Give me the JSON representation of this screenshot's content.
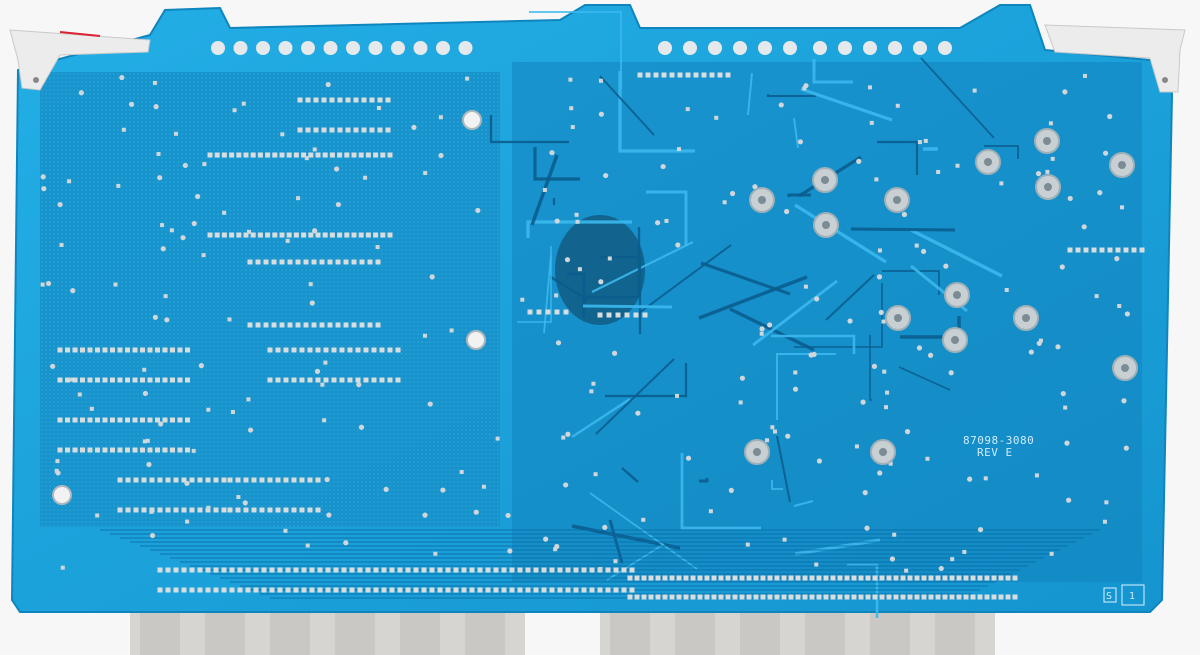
{
  "photo": {
    "subject": "",
    "colors": {
      "background": "#f7f7f8",
      "board": "#1a9fd8",
      "board_dark": "#0d7fb6",
      "trace": "#0a6ea6",
      "trace_light": "#3bb9ee",
      "pad": "#d8dde0",
      "connector": "#d6d5d2",
      "clip": "#ececec"
    }
  },
  "silkscreen": {
    "part_number": "87098-3080",
    "revision": "REV E",
    "box_s": "S",
    "box_1": "1"
  }
}
